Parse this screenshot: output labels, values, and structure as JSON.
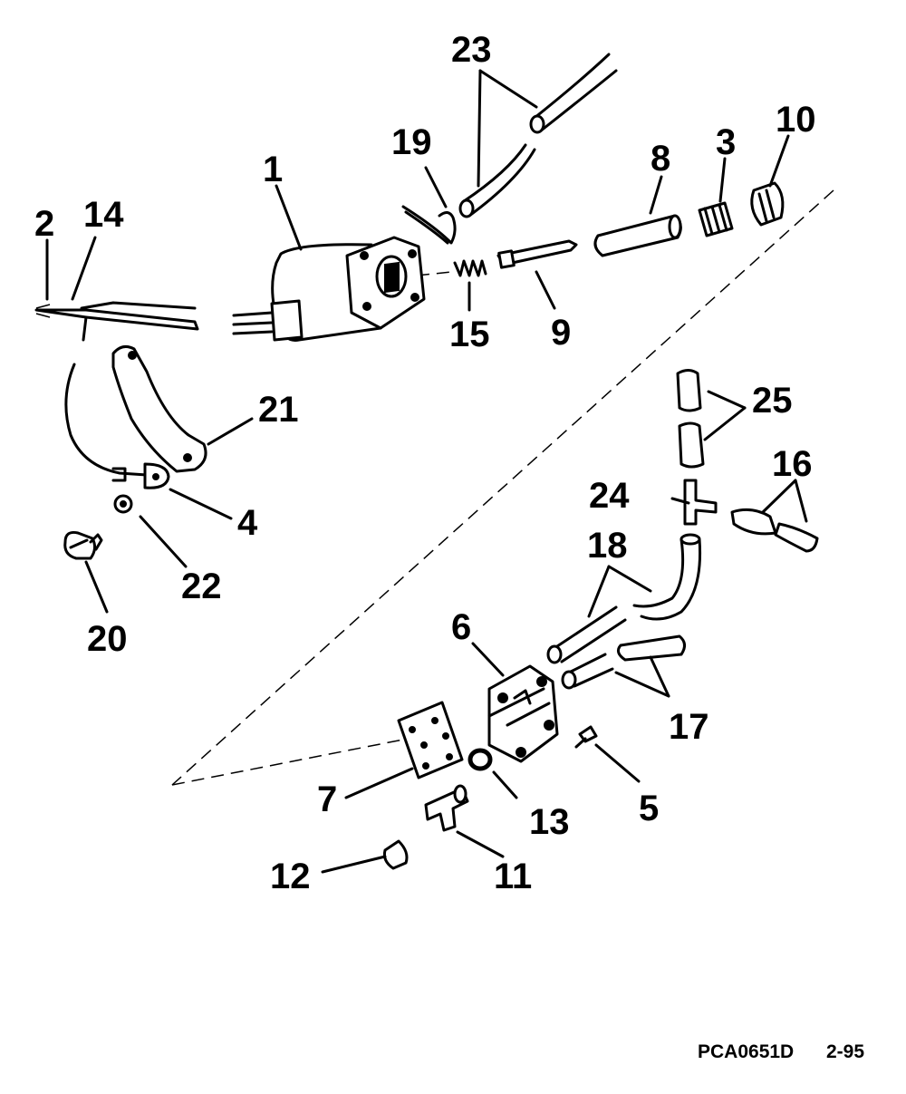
{
  "callouts": {
    "c1": "1",
    "c2": "2",
    "c3": "3",
    "c4": "4",
    "c5": "5",
    "c6": "6",
    "c7": "7",
    "c8": "8",
    "c9": "9",
    "c10": "10",
    "c11": "11",
    "c12": "12",
    "c13": "13",
    "c14": "14",
    "c15": "15",
    "c16": "16",
    "c17": "17",
    "c18": "18",
    "c19": "19",
    "c20": "20",
    "c21": "21",
    "c22": "22",
    "c23": "23",
    "c24": "24",
    "c25": "25"
  },
  "footer": {
    "code": "PCA0651D",
    "page": "2-95"
  }
}
